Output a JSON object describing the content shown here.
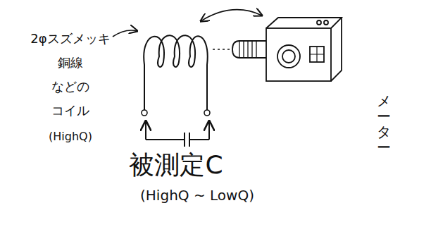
{
  "diagram": {
    "labels": [
      "2φスズメッキ 銅線 などの コイル",
      "(HighQ)",
      "被測定C",
      "(HighQ ~ LowQ)",
      "メーター"
    ]
  }
}
